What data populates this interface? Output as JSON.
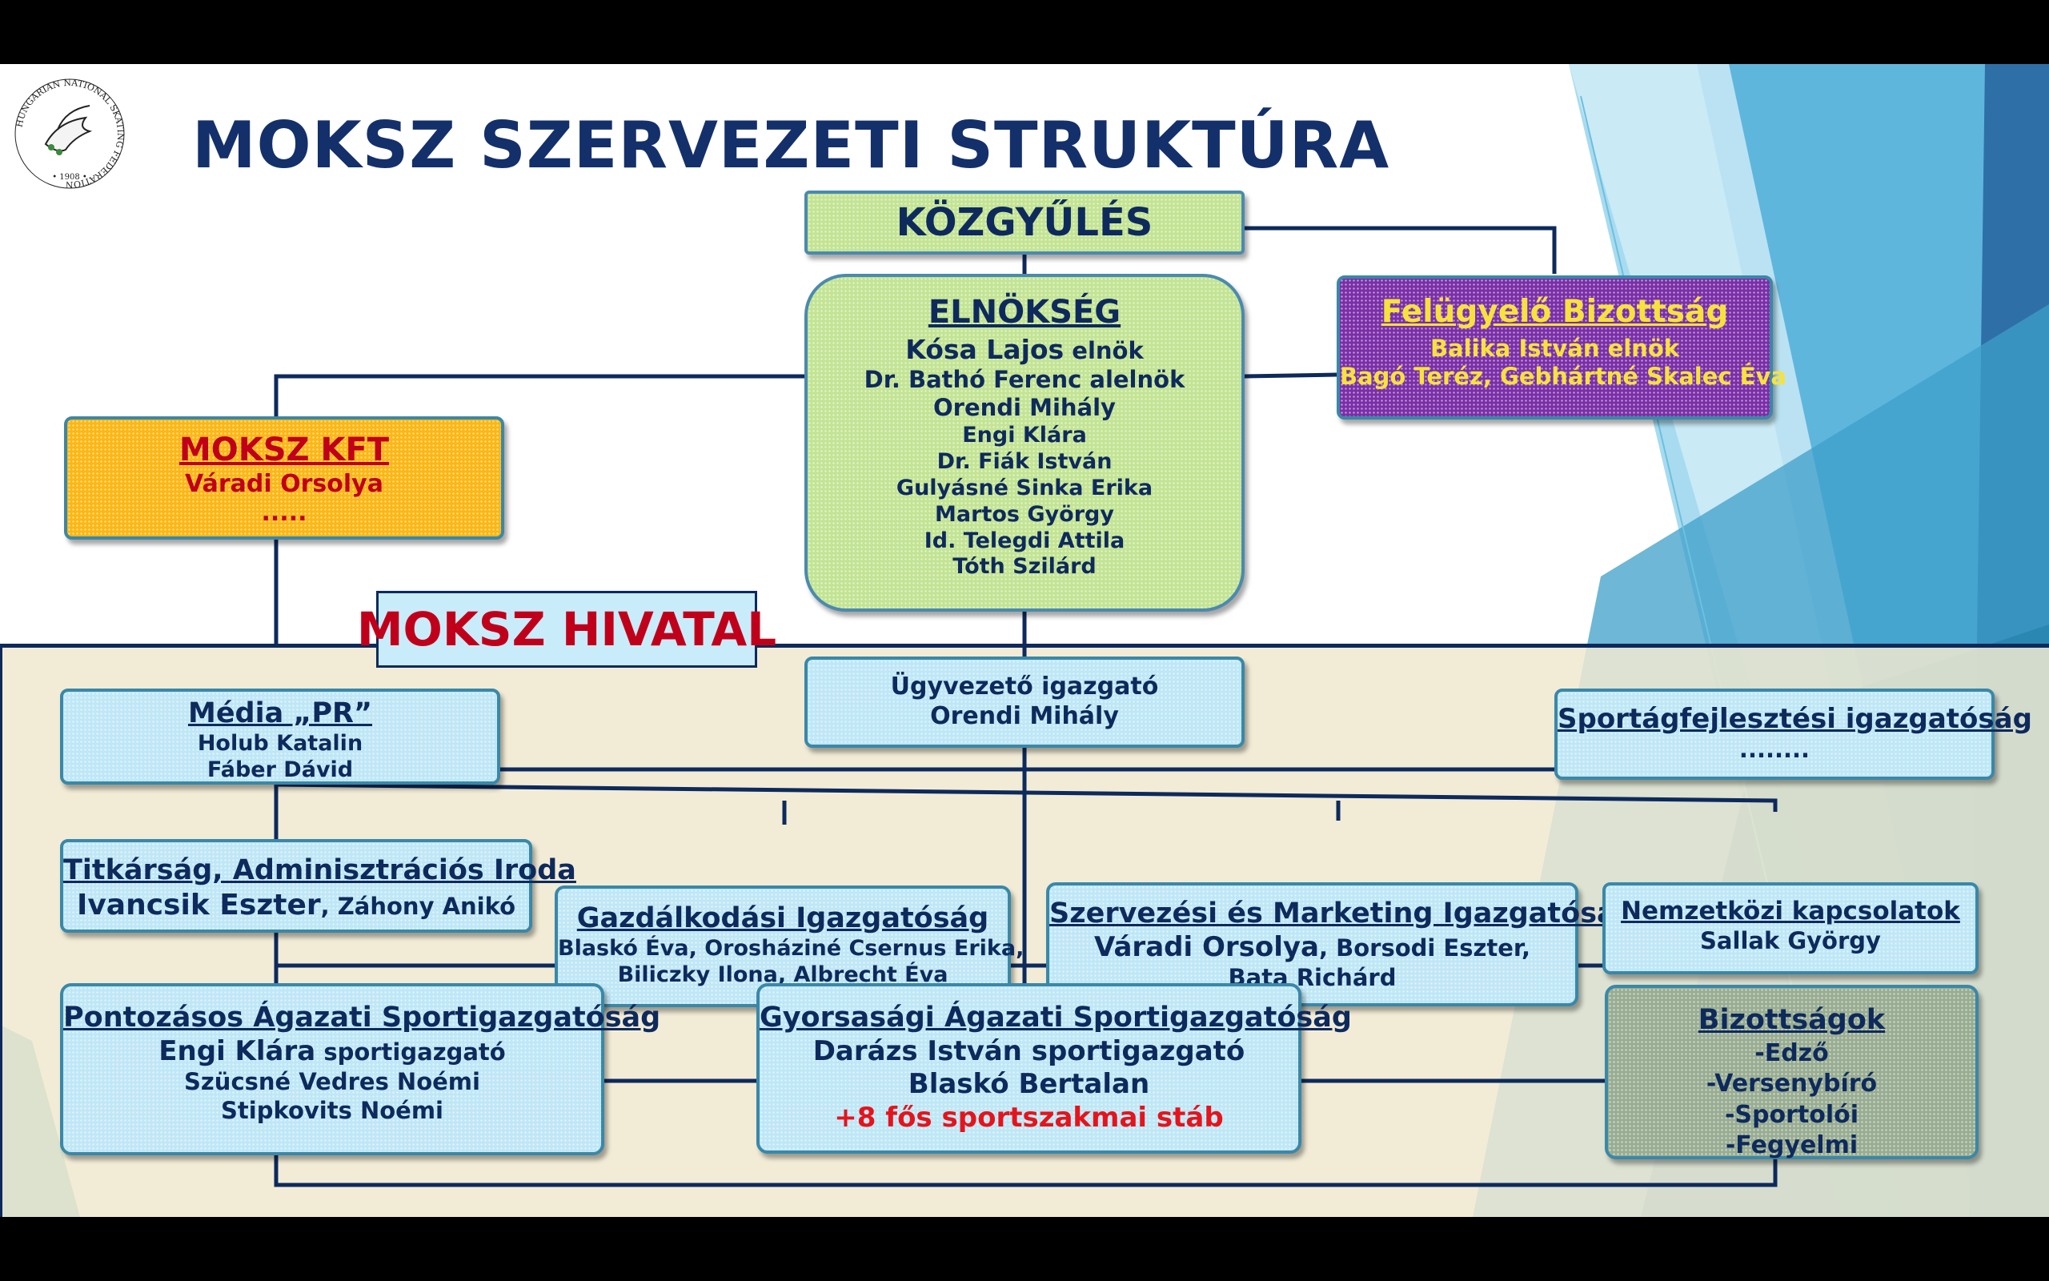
{
  "colors": {
    "navy": "#0e2a5c",
    "title": "#14306b",
    "green_box": "#c3e493",
    "blue_box": "#bfe7f6",
    "purple_box": "#7a2fa7",
    "yellow_text": "#f7e23c",
    "orange_box": "#fbb714",
    "red_text": "#c0001a",
    "gray_box": "#98ad91"
  },
  "logo": {
    "icon": "bird-emblem-icon",
    "ring_text": "HUNGARIAN NATIONAL SKATING FEDERATION",
    "year": "• 1908 •"
  },
  "title": "MOKSZ SZERVEZETI STRUKTÚRA",
  "kozgyules": "KÖZGYŰLÉS",
  "elnokseg": {
    "title": "ELNÖKSÉG",
    "president_name": "Kósa Lajos",
    "president_role": " elnök",
    "members": [
      "Dr. Bathó Ferenc alelnök",
      "Orendi Mihály",
      "Engi Klára",
      "Dr. Fiák István",
      "Gulyásné Sinka Erika",
      "Martos György",
      "Id. Telegdi Attila",
      "Tóth Szilárd"
    ]
  },
  "felugyelo": {
    "title": "Felügyelő Bizottság",
    "line1": "Balika István elnök",
    "line2": "Bagó Teréz, Gebhártné Skalec Éva"
  },
  "kft": {
    "title": "MOKSZ KFT",
    "line1": "Váradi Orsolya",
    "line2": "....."
  },
  "hivatal": "MOKSZ HIVATAL",
  "ugyvezeto": {
    "line1": "Ügyvezető igazgató",
    "line2": "Orendi Mihály"
  },
  "media": {
    "title": "Média „PR”",
    "line1": "Holub Katalin",
    "line2": "Fáber Dávid"
  },
  "sportag": {
    "title": "Sportágfejlesztési igazgatóság",
    "line1": "........"
  },
  "titkarsag": {
    "title": "Titkárság, Adminisztrációs Iroda",
    "name": "Ivancsik Eszter",
    "rest": ", Záhony Anikó"
  },
  "gazdalkodasi": {
    "title": "Gazdálkodási Igazgatóság",
    "line1": "Blaskó Éva, Orosháziné Csernus Erika,",
    "line2": "Biliczky Ilona, Albrecht Éva"
  },
  "szervezesi": {
    "title": "Szervezési és Marketing Igazgatóság",
    "name": "Váradi Orsolya",
    "rest": ", Borsodi Eszter,",
    "line2": "Bata Richárd"
  },
  "nemzetkozi": {
    "title": "Nemzetközi kapcsolatok",
    "line1": "Sallak György"
  },
  "pontozasos": {
    "title": "Pontozásos Ágazati Sportigazgatóság",
    "name": "Engi Klára",
    "role": " sportigazgató",
    "line2": "Szücsné Vedres Noémi",
    "line3": "Stipkovits Noémi"
  },
  "gyorsasagi": {
    "title": "Gyorsasági Ágazati Sportigazgatóság",
    "line1": "Darázs István sportigazgató",
    "line2": "Blaskó Bertalan",
    "line3": "+8 fős sportszakmai stáb"
  },
  "bizottsagok": {
    "title": "Bizottságok",
    "items": [
      "-Edző",
      "-Versenybíró",
      "-Sportolói",
      "-Fegyelmi"
    ]
  }
}
